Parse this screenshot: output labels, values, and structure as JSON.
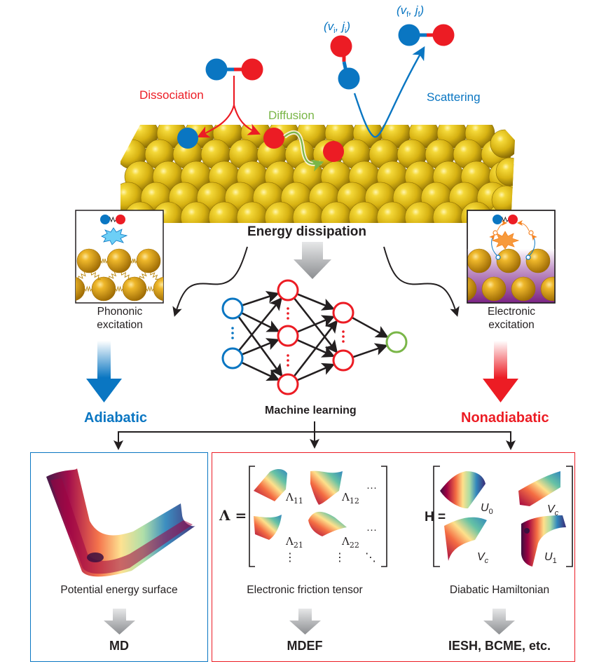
{
  "processes": {
    "dissociation": "Dissociation",
    "diffusion": "Diffusion",
    "scattering": "Scattering",
    "initial_state": {
      "v": "v",
      "v_sub": "i",
      "j": "j",
      "j_sub": "i"
    },
    "final_state": {
      "v": "v",
      "v_sub": "f",
      "j": "j",
      "j_sub": "f"
    }
  },
  "center": {
    "energy_dissipation": "Energy dissipation",
    "machine_learning": "Machine learning"
  },
  "left_inset": {
    "caption_line1": "Phononic",
    "caption_line2": "excitation"
  },
  "right_inset": {
    "caption_line1": "Electronic",
    "caption_line2": "excitation"
  },
  "regimes": {
    "adiabatic": "Adiabatic",
    "nonadiabatic": "Nonadiabatic"
  },
  "panels": {
    "pes": {
      "caption": "Potential energy surface",
      "method": "MD"
    },
    "friction": {
      "symbol": "Λ",
      "equals": "=",
      "entries": [
        {
          "sym": "Λ",
          "sub": "11"
        },
        {
          "sym": "Λ",
          "sub": "12"
        },
        {
          "sym": "Λ",
          "sub": "21"
        },
        {
          "sym": "Λ",
          "sub": "22"
        }
      ],
      "hdots": "···",
      "vdots": "⋮",
      "ddots": "⋱",
      "caption": "Electronic friction tensor",
      "method": "MDEF"
    },
    "hamiltonian": {
      "symbol": "H",
      "equals": "=",
      "entries": [
        {
          "sym": "U",
          "sub": "0"
        },
        {
          "sym": "V",
          "sub": "c"
        },
        {
          "sym": "V",
          "sub": "c"
        },
        {
          "sym": "U",
          "sub": "1"
        }
      ],
      "caption": "Diabatic Hamiltonian",
      "method": "IESH, BCME, etc."
    }
  },
  "colors": {
    "blue": "#0a76c2",
    "red": "#ec1c24",
    "green": "#7ab648",
    "gold": "#e8c21c",
    "purple": "#8a2a8f"
  }
}
